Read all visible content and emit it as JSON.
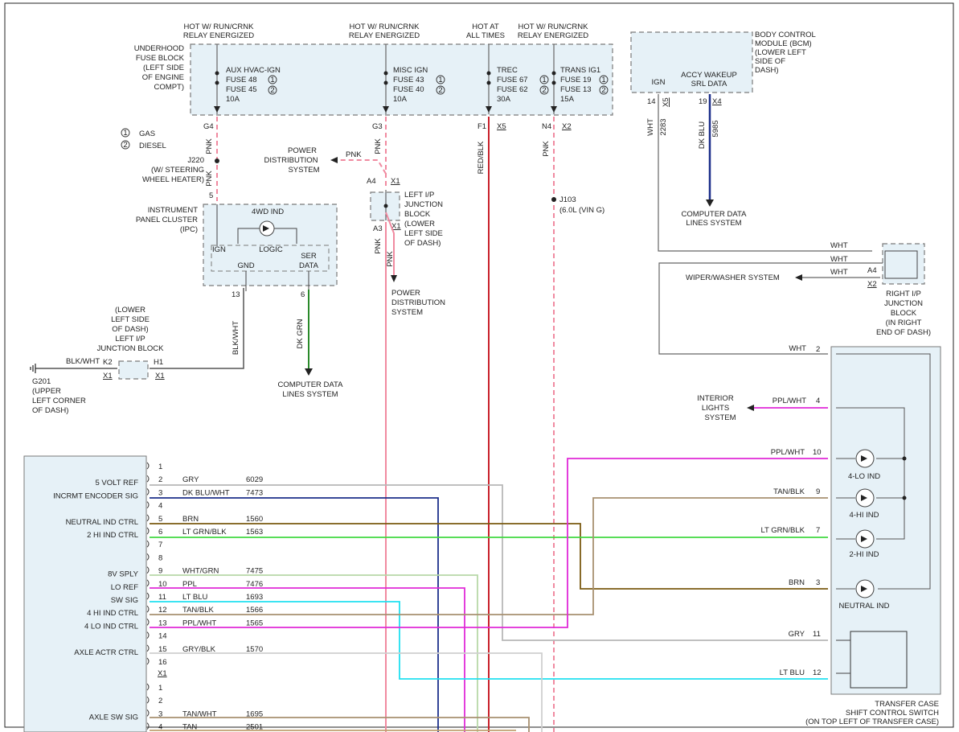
{
  "top_labels": {
    "relay1": [
      "HOT W/ RUN/CRNK",
      "RELAY ENERGIZED"
    ],
    "relay2": [
      "HOT W/ RUN/CRNK",
      "RELAY ENERGIZED"
    ],
    "hot_all": [
      "HOT AT",
      "ALL TIMES"
    ],
    "relay3": [
      "HOT W/ RUN/CRNK",
      "RELAY ENERGIZED"
    ]
  },
  "underhood": [
    "UNDERHOOD",
    "FUSE BLOCK",
    "(LEFT SIDE",
    "OF ENGINE",
    "COMPT)"
  ],
  "fuses": {
    "f1": [
      "AUX HVAC-IGN",
      "FUSE 48",
      "FUSE 45",
      "10A"
    ],
    "f2": [
      "MISC IGN",
      "FUSE 43",
      "FUSE 40",
      "10A"
    ],
    "f3": [
      "TREC",
      "FUSE 67",
      "FUSE 62",
      "30A"
    ],
    "f4": [
      "TRANS IG1",
      "FUSE 19",
      "FUSE 13",
      "15A"
    ]
  },
  "bcm": {
    "label": [
      "BODY CONTROL",
      "MODULE (BCM)",
      "(LOWER LEFT",
      "SIDE OF",
      "DASH)"
    ],
    "ign": "IGN",
    "accy": [
      "ACCY WAKEUP",
      "SRL DATA"
    ],
    "pin14": "14",
    "x5": "X5",
    "pin19": "19",
    "x4": "X4",
    "wht": "WHT",
    "c2283": "2283",
    "dkblu": "DK BLU",
    "c5985": "5985",
    "cdl": [
      "COMPUTER DATA",
      "LINES SYSTEM"
    ]
  },
  "connectors": {
    "g4": "G4",
    "g3": "G3",
    "f1": "F1",
    "x5": "X5",
    "n4": "N4",
    "x2": "X2"
  },
  "wires": {
    "pnk": "PNK",
    "redblk": "RED/BLK",
    "blkwht": "BLK/WHT",
    "dkgrn": "DK GRN"
  },
  "legend": [
    {
      "num": "1",
      "text": "GAS"
    },
    {
      "num": "2",
      "text": "DIESEL"
    }
  ],
  "j220": [
    "J220",
    "(W/ STEERING",
    "WHEEL HEATER)"
  ],
  "j103": [
    "J103",
    "(6.0L (VIN G)"
  ],
  "pds": [
    "POWER",
    "DISTRIBUTION",
    "SYSTEM"
  ],
  "left_ip": [
    "LEFT I/P",
    "JUNCTION",
    "BLOCK",
    "(LOWER",
    "LEFT SIDE",
    "OF DASH)"
  ],
  "left_ip_pins": {
    "a4": "A4",
    "x1a": "X1",
    "a3": "A3",
    "x1b": "X1"
  },
  "ipc": {
    "label": [
      "INSTRUMENT",
      "PANEL CLUSTER",
      "(IPC)"
    ],
    "ind": "4WD IND",
    "logic": "LOGIC",
    "ign": "IGN",
    "gnd": "GND",
    "ser": [
      "SER",
      "DATA"
    ],
    "pin5": "5",
    "pin13": "13",
    "pin6": "6"
  },
  "ground": {
    "loc": [
      "(LOWER",
      "LEFT SIDE",
      "OF DASH)",
      "LEFT I/P",
      "JUNCTION BLOCK"
    ],
    "k2": "K2",
    "h1": "H1",
    "x1": "X1",
    "g201": [
      "G201",
      "(UPPER",
      "LEFT CORNER",
      "OF DASH)"
    ]
  },
  "cdl2": [
    "COMPUTER DATA",
    "LINES SYSTEM"
  ],
  "wiper": {
    "label": "WIPER/WASHER SYSTEM",
    "wht": "WHT",
    "a4": "A4",
    "x2": "X2",
    "right_ip": [
      "RIGHT I/P",
      "JUNCTION",
      "BLOCK",
      "(IN RIGHT",
      "END OF DASH)"
    ]
  },
  "interior": [
    "INTERIOR",
    "LIGHTS",
    "SYSTEM"
  ],
  "module_pins": [
    {
      "pin": "1",
      "label": "",
      "wire": "",
      "circuit": ""
    },
    {
      "pin": "2",
      "label": "5 VOLT REF",
      "wire": "GRY",
      "circuit": "6029"
    },
    {
      "pin": "3",
      "label": "INCRMT ENCODER SIG",
      "wire": "DK BLU/WHT",
      "circuit": "7473"
    },
    {
      "pin": "4",
      "label": "",
      "wire": "",
      "circuit": ""
    },
    {
      "pin": "5",
      "label": "NEUTRAL IND CTRL",
      "wire": "BRN",
      "circuit": "1560"
    },
    {
      "pin": "6",
      "label": "2 HI IND CTRL",
      "wire": "LT GRN/BLK",
      "circuit": "1563"
    },
    {
      "pin": "7",
      "label": "",
      "wire": "",
      "circuit": ""
    },
    {
      "pin": "8",
      "label": "",
      "wire": "",
      "circuit": ""
    },
    {
      "pin": "9",
      "label": "8V SPLY",
      "wire": "WHT/GRN",
      "circuit": "7475"
    },
    {
      "pin": "10",
      "label": "LO REF",
      "wire": "PPL",
      "circuit": "7476"
    },
    {
      "pin": "11",
      "label": "SW SIG",
      "wire": "LT BLU",
      "circuit": "1693"
    },
    {
      "pin": "12",
      "label": "4 HI IND CTRL",
      "wire": "TAN/BLK",
      "circuit": "1566"
    },
    {
      "pin": "13",
      "label": "4 LO IND CTRL",
      "wire": "PPL/WHT",
      "circuit": "1565"
    },
    {
      "pin": "14",
      "label": "",
      "wire": "",
      "circuit": ""
    },
    {
      "pin": "15",
      "label": "AXLE ACTR CTRL",
      "wire": "GRY/BLK",
      "circuit": "1570"
    },
    {
      "pin": "16",
      "label": "",
      "wire": "",
      "circuit": ""
    }
  ],
  "module_x1": "X1",
  "module_pins2": [
    {
      "pin": "1",
      "label": "",
      "wire": "",
      "circuit": ""
    },
    {
      "pin": "2",
      "label": "",
      "wire": "",
      "circuit": ""
    },
    {
      "pin": "3",
      "label": "AXLE SW SIG",
      "wire": "TAN/WHT",
      "circuit": "1695"
    },
    {
      "pin": "4",
      "label": "",
      "wire": "TAN",
      "circuit": "2501"
    }
  ],
  "tc_pins": [
    {
      "pin": "2",
      "wire": "WHT"
    },
    {
      "pin": "4",
      "wire": "PPL/WHT"
    },
    {
      "pin": "10",
      "wire": "PPL/WHT"
    },
    {
      "pin": "9",
      "wire": "TAN/BLK"
    },
    {
      "pin": "7",
      "wire": "LT GRN/BLK"
    },
    {
      "pin": "3",
      "wire": "BRN"
    },
    {
      "pin": "11",
      "wire": "GRY"
    },
    {
      "pin": "12",
      "wire": "LT BLU"
    }
  ],
  "tc_ind": [
    "4-LO IND",
    "4-HI IND",
    "2-HI IND",
    "NEUTRAL IND"
  ],
  "transfer_case": [
    "TRANSFER CASE",
    "SHIFT CONTROL SWITCH",
    "(ON TOP LEFT OF TRANSFER CASE)"
  ],
  "colors": {
    "pnk": "#f08aa0",
    "red": "#c8202a",
    "dkblu": "#1c2f8a",
    "grn": "#2a8a2a",
    "ppl": "#e02ad8",
    "ltblu": "#20e0f0",
    "brn": "#7a5a10",
    "ltgrn": "#40d840",
    "gry": "#b8b8b8",
    "tan": "#a89070",
    "whtgrn": "#b8d8a8",
    "blk": "#555555"
  }
}
